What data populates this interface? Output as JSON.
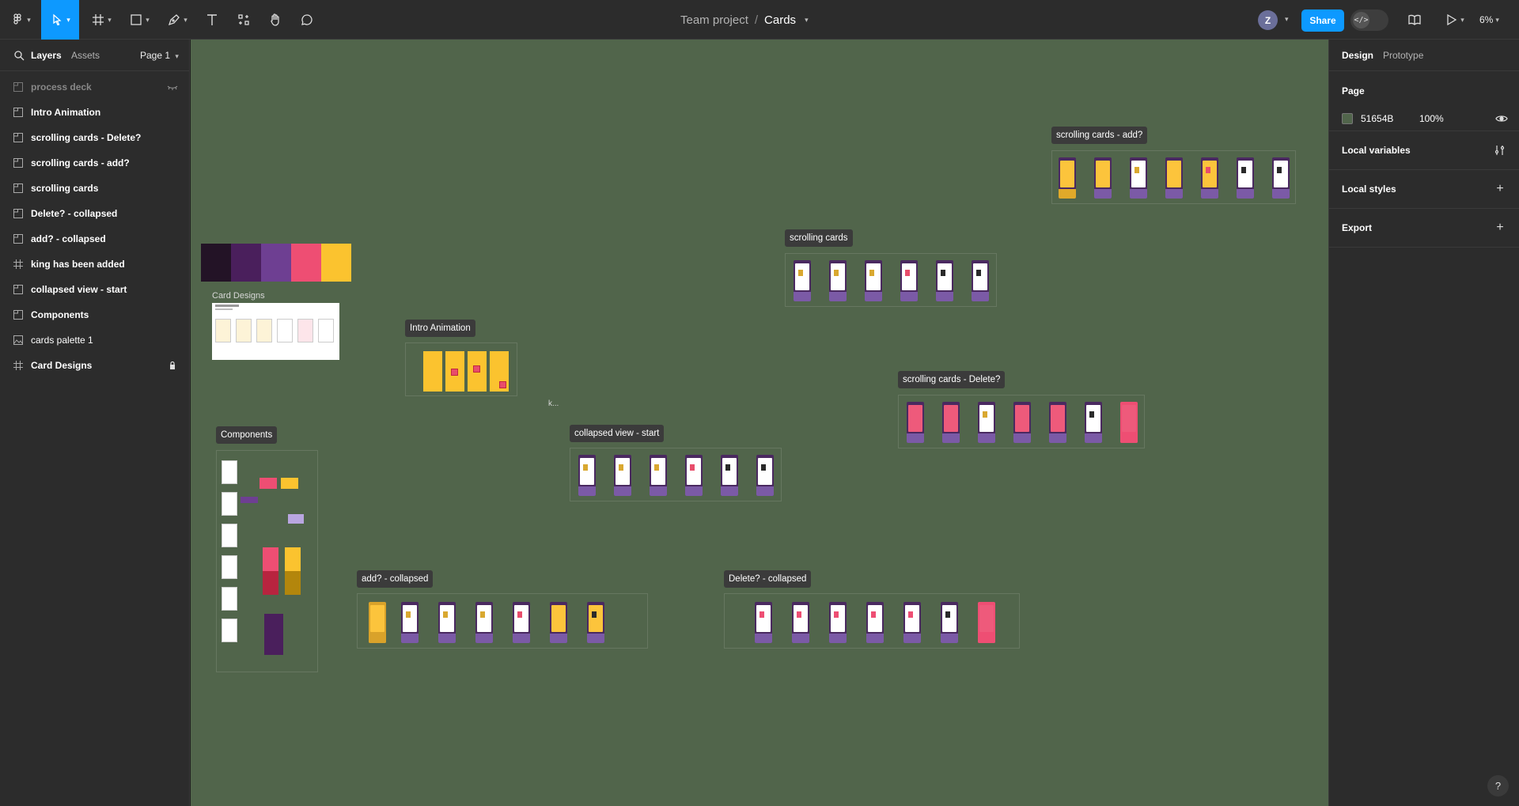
{
  "toolbar": {
    "project": "Team project",
    "separator": "/",
    "file_name": "Cards",
    "avatar_initial": "Z",
    "share_label": "Share",
    "devmode_icon": "</>",
    "zoom_label": "6%"
  },
  "left_panel": {
    "tabs": [
      "Layers",
      "Assets"
    ],
    "page_selector": "Page 1",
    "layers": [
      {
        "name": "process deck",
        "icon": "section-icon",
        "dim": true,
        "trail": "hidden-eye-icon"
      },
      {
        "name": "Intro Animation",
        "icon": "section-icon"
      },
      {
        "name": "scrolling cards - Delete?",
        "icon": "section-icon"
      },
      {
        "name": "scrolling cards - add?",
        "icon": "section-icon"
      },
      {
        "name": "scrolling cards",
        "icon": "section-icon"
      },
      {
        "name": "Delete? - collapsed",
        "icon": "section-icon"
      },
      {
        "name": "add? - collapsed",
        "icon": "section-icon"
      },
      {
        "name": "king has been added",
        "icon": "frame-icon"
      },
      {
        "name": "collapsed view - start",
        "icon": "section-icon"
      },
      {
        "name": "Components",
        "icon": "section-icon"
      },
      {
        "name": "cards palette 1",
        "icon": "image-icon"
      },
      {
        "name": "Card Designs",
        "icon": "frame-icon",
        "trail": "lock-icon"
      }
    ]
  },
  "canvas": {
    "background": "#51654B",
    "frames": {
      "add_top": "scrolling cards - add?",
      "scrolling": "scrolling cards",
      "intro": "Intro Animation",
      "collapsed_start": "collapsed view - start",
      "delete_top": "scrolling cards - Delete?",
      "components": "Components",
      "add_collapsed": "add? - collapsed",
      "delete_collapsed": "Delete? - collapsed"
    },
    "card_designs_label": "Card Designs",
    "stray_label": "k...",
    "palette": [
      "#231326",
      "#4A1F5C",
      "#6E3F92",
      "#EE4E73",
      "#FBC32F"
    ]
  },
  "right_panel": {
    "tabs": [
      "Design",
      "Prototype"
    ],
    "page_title": "Page",
    "page_color": "51654B",
    "page_opacity": "100%",
    "sections": [
      "Local variables",
      "Local styles",
      "Export"
    ],
    "help": "?"
  }
}
